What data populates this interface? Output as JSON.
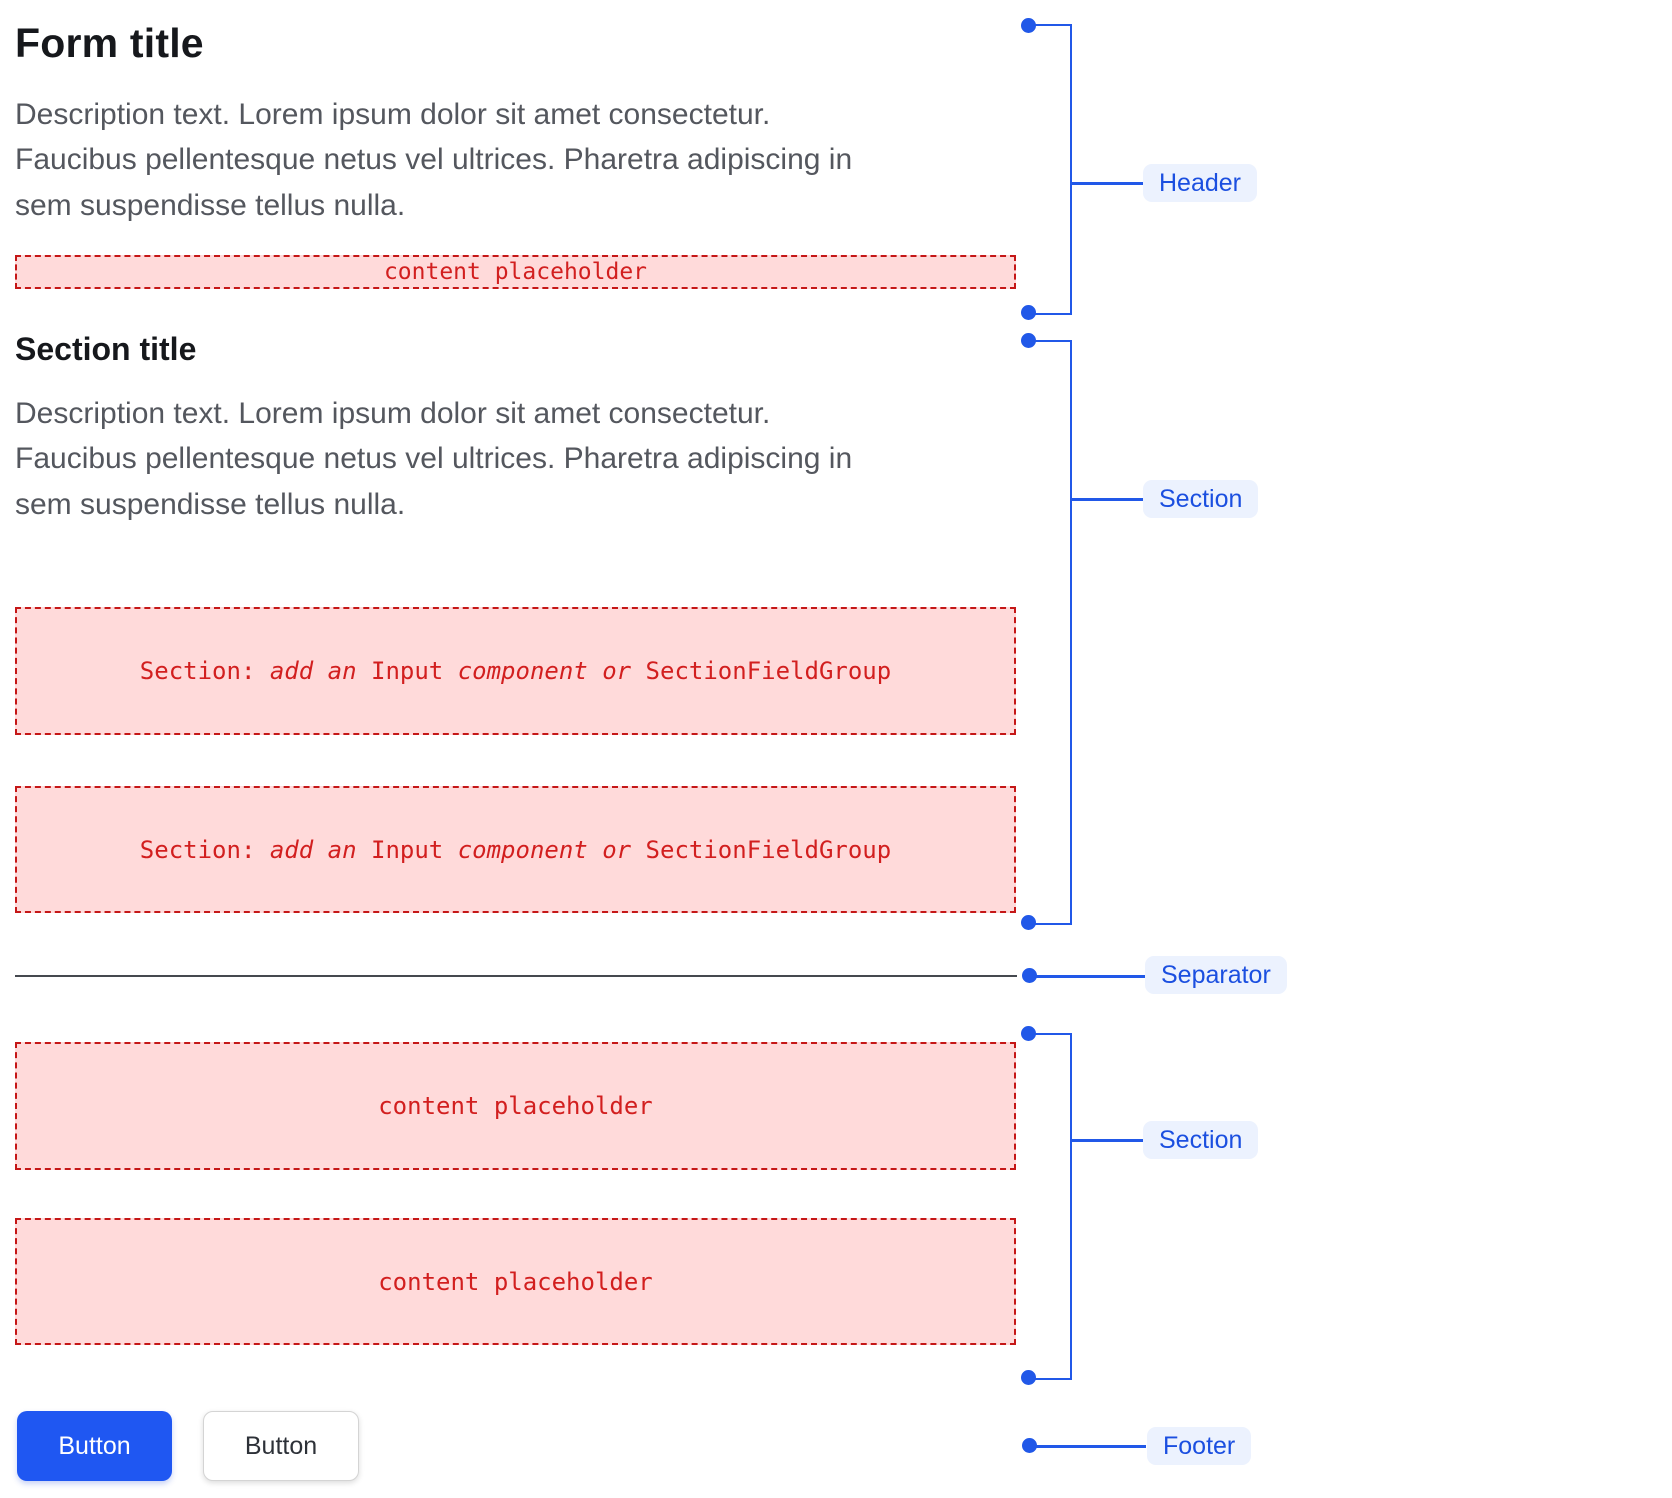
{
  "form": {
    "title": "Form title",
    "description_lines": [
      "Description text. Lorem ipsum dolor sit amet consectetur.",
      "Faucibus pellentesque netus vel ultrices. Pharetra adipiscing in",
      "sem suspendisse tellus nulla."
    ],
    "header_placeholder": "content placeholder"
  },
  "section": {
    "title": "Section title",
    "description_lines": [
      "Description text. Lorem ipsum dolor sit amet consectetur.",
      "Faucibus pellentesque netus vel ultrices. Pharetra adipiscing in",
      "sem suspendisse tellus nulla."
    ],
    "input_placeholder_parts": [
      {
        "text": "Section: ",
        "italic": false
      },
      {
        "text": "add an ",
        "italic": true
      },
      {
        "text": "Input",
        "italic": false
      },
      {
        "text": " component or ",
        "italic": true
      },
      {
        "text": "SectionFieldGroup",
        "italic": false
      }
    ]
  },
  "content_section": {
    "placeholder_1": "content placeholder",
    "placeholder_2": "content placeholder"
  },
  "footer": {
    "primary_button_label": "Button",
    "secondary_button_label": "Button"
  },
  "annotations": {
    "header_label": "Header",
    "section_label_1": "Section",
    "separator_label": "Separator",
    "section_label_2": "Section",
    "footer_label": "Footer"
  },
  "colors": {
    "annotation_blue": "#2158e8",
    "annotation_pill_bg": "#ecf2fe",
    "annotation_pill_text": "#1b4fe0",
    "placeholder_bg": "#ffdada",
    "placeholder_border": "#c51717",
    "placeholder_text": "#d21f1f",
    "primary_button_bg": "#1f57f2",
    "separator_line": "#45494f",
    "title_text": "#16181c",
    "description_text": "#54575e"
  }
}
